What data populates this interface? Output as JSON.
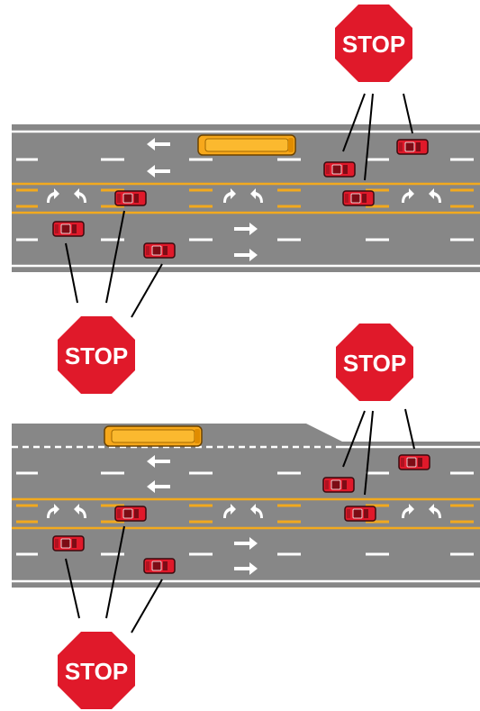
{
  "colors": {
    "road": "#878787",
    "road_edge": "#6e6e6e",
    "lane_marking": "#ffffff",
    "center_line": "#f2a91e",
    "stop_sign": "#e0192a",
    "car": "#e0192a",
    "bus": "#f7a81b",
    "leader_line": "#000000"
  },
  "scenes": [
    {
      "id": "scene-1",
      "road_type": "two-way road with center turn lane",
      "stop_signs": [
        {
          "label": "STOP"
        },
        {
          "label": "STOP"
        }
      ],
      "vehicles": {
        "bus": 1,
        "cars": 6
      },
      "turn_arrows": 6,
      "travel_arrows": 4
    },
    {
      "id": "scene-2",
      "road_type": "two-way road with center turn lane and separated lane",
      "stop_signs": [
        {
          "label": "STOP"
        },
        {
          "label": "STOP"
        }
      ],
      "vehicles": {
        "bus": 1,
        "cars": 6
      },
      "turn_arrows": 6,
      "travel_arrows": 4
    }
  ]
}
